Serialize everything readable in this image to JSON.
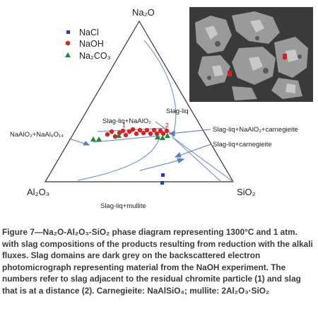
{
  "figure": {
    "vertices": {
      "top": "Na₂O",
      "left": "Al₂O₃",
      "right": "SiO₂"
    },
    "legend": [
      {
        "label": "NaCl",
        "color": "#1a3fc4",
        "marker": "square"
      },
      {
        "label": "NaOH",
        "color": "#e01f1f",
        "marker": "circle"
      },
      {
        "label": "Na₂CO₃",
        "color": "#1e8a2e",
        "marker": "triangle"
      }
    ],
    "regions": {
      "slag_liq": "Slag-liq",
      "slag_liq_naalo2": "Slag-liq+NaAlO₂",
      "naalo2_naal9o14": "NaAlO₂+NaAl₉O₁₄",
      "slag_liq_naalo2_carnegieite": "Slag-liq+NaAlO₂+carnegieite",
      "slag_liq_carnegieite": "Slag-liq+carnegieite",
      "slag_liq_mullite": "Slag-liq+mullite"
    },
    "point_labels": {
      "p1": "1",
      "p2": "2"
    },
    "colors": {
      "field_line": "#7a9ad4",
      "arrow": "#5a7fc4",
      "triangle": "#333333"
    }
  },
  "caption": {
    "title": "Figure 7—Na₂O-Al₂O₃-SiO₂ phase diagram representing 1300°C and 1 atm. with slag compositions of the products resulting from reduction with the alkali fluxes. Slag domains are dark grey on the backscattered electron photomicrograph representing material from the NaOH experiment. The numbers refer to slag adjacent to the residual chromite particle (1) and slag that is at a distance (2). Carnegieite: NaAlSiO₄; mullite: 2Al₂O₃·SiO₂"
  }
}
